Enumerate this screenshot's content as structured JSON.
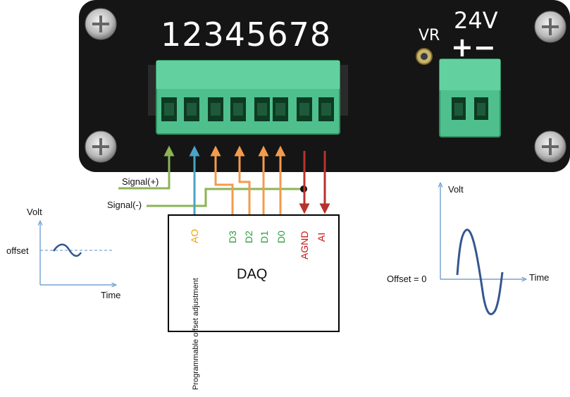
{
  "device": {
    "terminal_numbers": "12345678",
    "vr_label": "VR",
    "voltage_label": "24V",
    "polarity_label": "+−"
  },
  "signals": {
    "plus": "Signal(+)",
    "minus": "Signal(-)"
  },
  "daq": {
    "title": "DAQ",
    "pins": [
      "AO",
      "D3",
      "D2",
      "D1",
      "D0",
      "AGND",
      "AI"
    ],
    "ao_caption": "Programmable offset adjustment"
  },
  "left_plot": {
    "ylabel": "Volt",
    "xlabel": "Time",
    "offset_label": "offset"
  },
  "right_plot": {
    "ylabel": "Volt",
    "xlabel": "Time",
    "offset_label": "Offset = 0"
  },
  "colors": {
    "panel": "#151515",
    "terminal_green": "#4fc08d",
    "wire_green": "#8cb455",
    "wire_blue": "#4aa3c6",
    "wire_orange": "#f39b4d",
    "wire_red": "#b8322d",
    "label_ao": "#f0a500",
    "label_digital": "#2a9d3a",
    "label_analog": "#cc1111",
    "axis": "#5b8fc9",
    "curve": "#34568f"
  }
}
